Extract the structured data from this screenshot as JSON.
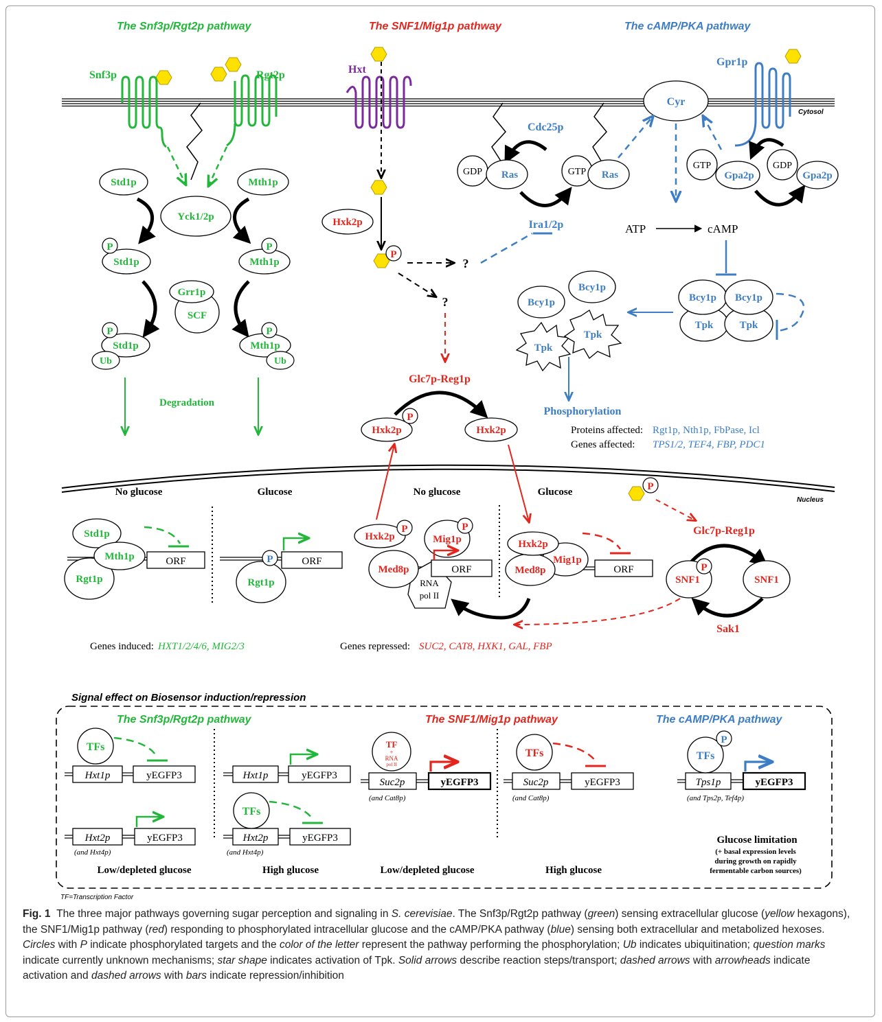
{
  "colors": {
    "green": "#22b73a",
    "red": "#e2261d",
    "blue": "#3d7dc4",
    "purple": "#7a2a9a",
    "yellow": "#ffe100",
    "black": "#000000"
  },
  "headers": {
    "snf3": "The Snf3p/Rgt2p pathway",
    "snf1": "The SNF1/Mig1p pathway",
    "camp": "The cAMP/PKA pathway"
  },
  "compartments": {
    "cytosol": "Cytosol",
    "nucleus": "Nucleus"
  },
  "green_top": {
    "snf3p": "Snf3p",
    "rgt2p": "Rgt2p",
    "std1p": "Std1p",
    "mth1p": "Mth1p",
    "yck": "Yck1/2p",
    "p": "P",
    "grr1p": "Grr1p",
    "scf": "SCF",
    "ub": "Ub",
    "degradation": "Degradation"
  },
  "red_top": {
    "hxt": "Hxt",
    "hxk2p": "Hxk2p",
    "p": "P",
    "q": "?",
    "glc7": "Glc7p-Reg1p"
  },
  "blue_top": {
    "gpr1p": "Gpr1p",
    "cyr": "Cyr",
    "cdc25p": "Cdc25p",
    "gdp": "GDP",
    "gtp": "GTP",
    "ras": "Ras",
    "ira": "Ira1/2p",
    "gpa2p": "Gpa2p",
    "atp": "ATP",
    "camp": "cAMP",
    "bcy1p": "Bcy1p",
    "tpk": "Tpk",
    "phos": "Phosphorylation",
    "prot_lbl": "Proteins affected:",
    "prot_val": "Rgt1p, Nth1p, FbPase, Icl",
    "genes_lbl": "Genes affected:",
    "genes_val": "TPS1/2, TEF4, FBP, PDC1"
  },
  "nucleus": {
    "no_glucose": "No glucose",
    "glucose": "Glucose",
    "std1p": "Std1p",
    "mth1p": "Mth1p",
    "rgt1p": "Rgt1p",
    "orf": "ORF",
    "p": "P",
    "hxk2p": "Hxk2p",
    "mig1p": "Mig1p",
    "med8p": "Med8p",
    "rna": "RNA",
    "pol": "pol II",
    "glc7": "Glc7p-Reg1p",
    "snf1": "SNF1",
    "sak1": "Sak1",
    "induced_lbl": "Genes induced:",
    "induced_val": "HXT1/2/4/6, MIG2/3",
    "repressed_lbl": "Genes repressed:",
    "repressed_val": "SUC2, CAT8, HXK1, GAL, FBP"
  },
  "biosensor": {
    "title": "Signal effect on Biosensor induction/repression",
    "tfs": "TFs",
    "tf": "TF",
    "plus": "+",
    "rna": "RNA",
    "pol": "pol II",
    "hxt1p": "Hxt1p",
    "hxt2p": "Hxt2p",
    "hxt4p": "(and Hxt4p)",
    "suc2p": "Suc2p",
    "cat8p": "(and Cat8p)",
    "tps1p": "Tps1p",
    "tps_and": "(and Tps2p, Tef4p)",
    "yegfp": "yEGFP3",
    "p": "P",
    "low": "Low/depleted glucose",
    "high": "High glucose",
    "lim_title": "Glucose limitation",
    "lim1": "(+ basal expression levels",
    "lim2": "during growth on rapidly",
    "lim3": "fermentable carbon sources)"
  },
  "tf_note": "TF=Transcription Factor",
  "caption": {
    "label": "Fig. 1",
    "p1": "The three major pathways governing sugar perception and signaling in ",
    "species": "S. cerevisiae",
    "p2": ". The Snf3p/Rgt2p pathway (",
    "green": "green",
    "p3": ") sensing extracellular glucose (",
    "yellow": "yellow",
    "p4": " hexagons), the SNF1/Mig1p pathway (",
    "red": "red",
    "p5": ") responding to phosphorylated intracellular glucose and the cAMP/PKA pathway (",
    "blue": "blue",
    "p6": ") sensing both extracellular and metabolized hexoses. ",
    "circles": "Circles",
    "p7": " with ",
    "pletter": "P",
    "p8": " indicate phosphorylated targets and the ",
    "color": "color of the letter",
    "p9": " represent the pathway performing the phosphorylation; ",
    "ub": "Ub",
    "p10": " indicates ubiquitination; ",
    "qm": "question marks",
    "p11": " indicate currently unknown mechanisms; ",
    "star": "star shape",
    "p12": " indicates activation of Tpk. ",
    "solid": "Solid arrows",
    "p13": " describe reaction steps/transport; ",
    "dashed1": "dashed arrows",
    "p14": " with ",
    "heads": "arrowheads",
    "p15": " indicate activation and ",
    "dashed2": "dashed arrows",
    "p16": " with ",
    "bars": "bars",
    "p17": " indicate repression/inhibition"
  }
}
